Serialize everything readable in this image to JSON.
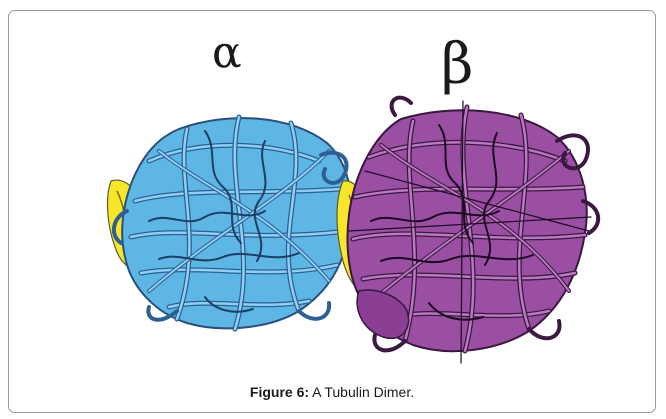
{
  "figure": {
    "label": "Figure 6:",
    "caption": "A Tubulin Dimer.",
    "subunits": [
      {
        "name": "α",
        "color": "#5db6e4",
        "accent": "#f7e62a"
      },
      {
        "name": "β",
        "color": "#9b4fa3",
        "accent": "#f7e62a"
      }
    ]
  }
}
